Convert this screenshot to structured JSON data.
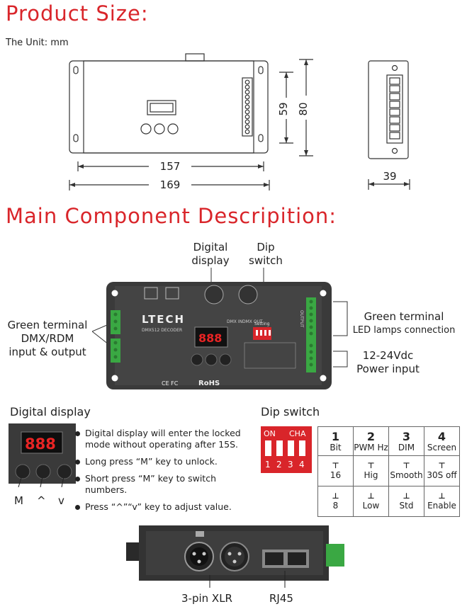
{
  "product_size": {
    "title": "Product Size:",
    "unit": "The Unit: mm",
    "dims": {
      "inner_width": "157",
      "outer_width": "169",
      "inner_height": "59",
      "outer_height": "80",
      "depth": "39"
    }
  },
  "main_component": {
    "title": "Main Component Descripition:",
    "callouts": {
      "digital_display": [
        "Digital",
        "display"
      ],
      "dip_switch": [
        "Dip",
        "switch"
      ],
      "green_terminal_left": [
        "Green terminal",
        "DMX/RDM",
        "input & output"
      ],
      "green_terminal_right": [
        "Green terminal",
        "LED lamps connection"
      ],
      "power_input": [
        "12-24Vdc",
        "Power input"
      ]
    },
    "device": {
      "brand": "LTECH",
      "model": "DMX512 DECODER",
      "segment": "888",
      "rohs": "RoHS",
      "ce_fc": "CE FC",
      "setting": "Setting",
      "output": "OUTPUT",
      "dmx_in": "DMX IN",
      "dmx_out": "DMX OUT"
    }
  },
  "digital_display": {
    "title": "Digital display",
    "segment": "888",
    "keys": [
      "M",
      "^",
      "v"
    ],
    "notes": [
      "Digital display will enter the locked mode without operating after 15S.",
      "Long press “M” key to unlock.",
      "Short press “M” key to switch numbers.",
      "Press “^”“v” key to adjust value."
    ]
  },
  "dip_switch": {
    "title": "Dip switch",
    "on": "ON",
    "cha": "CHA",
    "positions": [
      "1",
      "2",
      "3",
      "4"
    ],
    "table": {
      "numbers": [
        "1",
        "2",
        "3",
        "4"
      ],
      "headers": [
        "Bit",
        "PWM Hz",
        "DIM",
        "Screen"
      ],
      "up_values": [
        "16",
        "Hig",
        "Smooth",
        "30S off"
      ],
      "down_values": [
        "8",
        "Low",
        "Std",
        "Enable"
      ]
    }
  },
  "bottom": {
    "xlr": "3-pin XLR",
    "rj45": "RJ45"
  },
  "colors": {
    "title_red": "#d9252a",
    "device_dark": "#3a3a3a",
    "terminal_green": "#3aa843"
  }
}
